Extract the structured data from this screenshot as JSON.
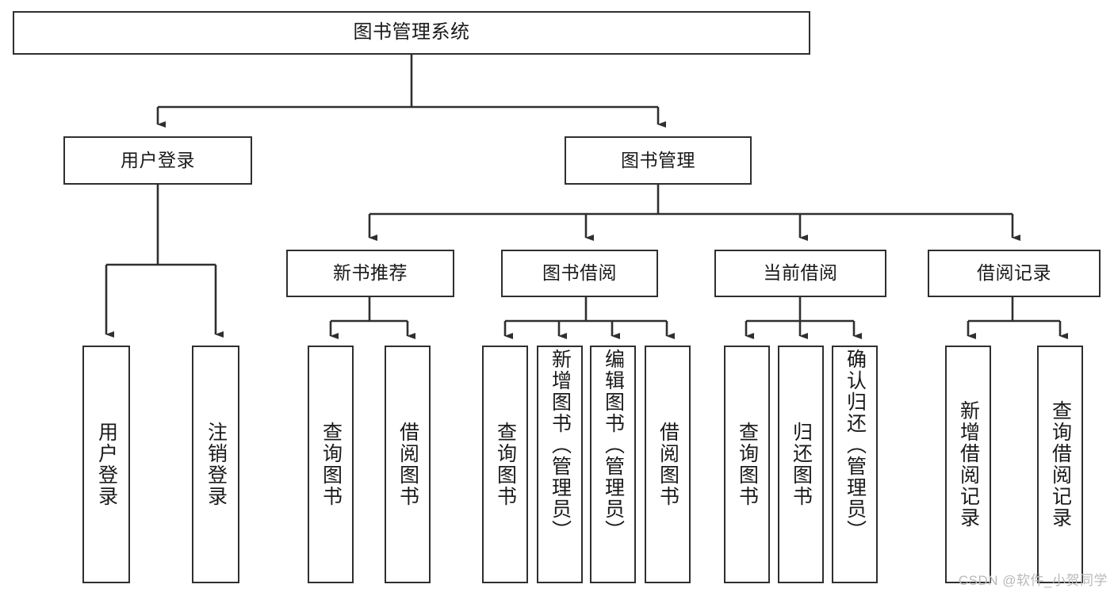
{
  "diagram": {
    "title": "图书管理系统",
    "type": "tree-hierarchy-chart",
    "watermark": "CSDN @软件_小贺同学",
    "colors": {
      "stroke": "#2f2f2f",
      "fill": "#ffffff",
      "text": "#1a1a1a",
      "watermark": "#b9b9b9"
    },
    "levels": {
      "root": {
        "label": "图书管理系统"
      },
      "level2": [
        {
          "id": "user-login",
          "label": "用户登录"
        },
        {
          "id": "book-manage",
          "label": "图书管理"
        }
      ],
      "level3": [
        {
          "id": "new-book-recommend",
          "label": "新书推荐"
        },
        {
          "id": "book-borrow",
          "label": "图书借阅"
        },
        {
          "id": "current-borrow",
          "label": "当前借阅"
        },
        {
          "id": "borrow-record",
          "label": "借阅记录"
        }
      ],
      "leaves": {
        "user-login": [
          {
            "id": "leaf-user-login",
            "label": "用户登录"
          },
          {
            "id": "leaf-user-logout",
            "label": "注销登录"
          }
        ],
        "new-book-recommend": [
          {
            "id": "leaf-query-book-1",
            "label": "查询图书"
          },
          {
            "id": "leaf-borrow-book-1",
            "label": "借阅图书"
          }
        ],
        "book-borrow": [
          {
            "id": "leaf-query-book-2",
            "label": "查询图书"
          },
          {
            "id": "leaf-add-book",
            "label": "新增图书（管理员）"
          },
          {
            "id": "leaf-edit-book",
            "label": "编辑图书（管理员）"
          },
          {
            "id": "leaf-borrow-book-2",
            "label": "借阅图书"
          }
        ],
        "current-borrow": [
          {
            "id": "leaf-query-book-3",
            "label": "查询图书"
          },
          {
            "id": "leaf-return-book",
            "label": "归还图书"
          },
          {
            "id": "leaf-confirm-return",
            "label": "确认归还（管理员）"
          }
        ],
        "borrow-record": [
          {
            "id": "leaf-add-record",
            "label": "新增借阅记录"
          },
          {
            "id": "leaf-query-record",
            "label": "查询借阅记录"
          }
        ]
      }
    }
  }
}
